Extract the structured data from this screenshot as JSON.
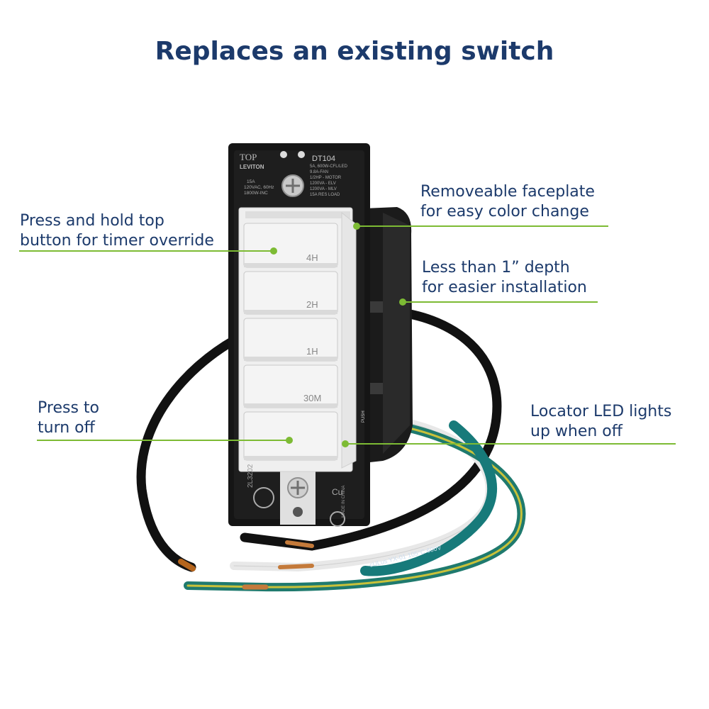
{
  "title": "Replaces an existing switch",
  "accent_color": "#7dbb34",
  "text_color": "#1c3a6b",
  "callouts": {
    "timer_override": {
      "line1": "Press and hold top",
      "line2": "button for timer override"
    },
    "turn_off": {
      "line1": "Press to",
      "line2": "turn off"
    },
    "faceplate": {
      "line1": "Removeable faceplate",
      "line2": "for easy color change"
    },
    "depth": {
      "line1": "Less than 1” depth",
      "line2": "for easier installation"
    },
    "locator_led": {
      "line1": "Locator LED lights",
      "line2": "up when off"
    }
  },
  "device": {
    "top_label": "TOP",
    "brand": "LEVITON",
    "model": "DT104",
    "specs_left": [
      "15A",
      "120VAC, 60Hz",
      "1800W-INC"
    ],
    "specs_right": [
      "5A, 600W-CFL/LED",
      "9.8A-FAN",
      "1/2HP - MOTOR",
      "1200VA - ELV",
      "1200VA - MLV",
      "15A RES LOAD"
    ],
    "buttons": [
      "4H",
      "2H",
      "1H",
      "30M",
      ""
    ],
    "side_code": "2L3202",
    "made_in": "MADE IN CHINA",
    "cu_mark": "Cu",
    "push_label": "PUSH",
    "wire_text": "cULus  YX-01  105°C  600V"
  }
}
